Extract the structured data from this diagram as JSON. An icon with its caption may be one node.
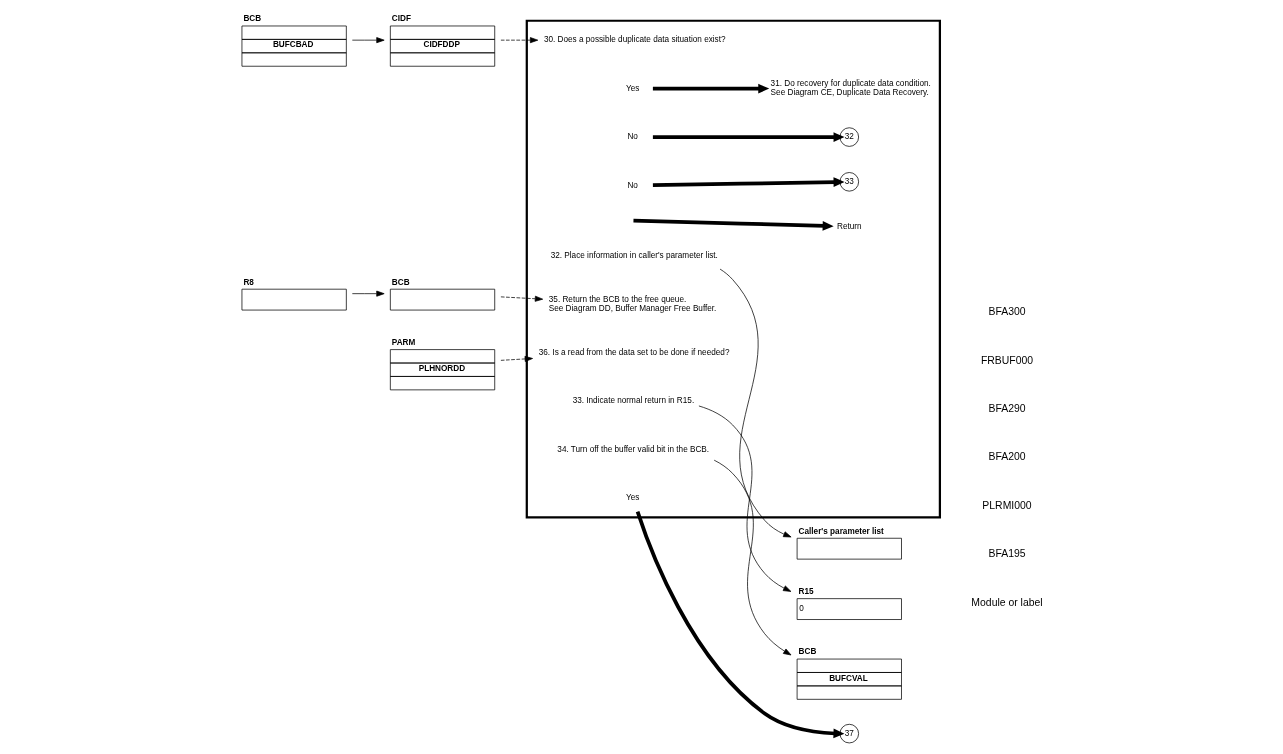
{
  "diagram": {
    "nodes": [
      {
        "text": [
          "BCB",
          "BUFCBAD"
        ]
      },
      {
        "text": [
          "CIDF",
          "CIDFDDP"
        ]
      },
      {
        "text": [
          "R8"
        ]
      },
      {
        "text": [
          "BCB"
        ]
      },
      {
        "text": [
          "PARM",
          "PLHNORDD"
        ]
      },
      {
        "text": [],
        "shape": "box"
      },
      {
        "text": [
          "30. Does a possible duplicate data situation exist?"
        ],
        "in": 5
      },
      {
        "text": [
          "Yes"
        ],
        "in": 5
      },
      {
        "text": [
          "No"
        ],
        "in": 5
      },
      {
        "text": [
          "32"
        ],
        "in": 5
      },
      {
        "text": [
          "31. Do recovery for duplicate data condition.",
          "See Diagram CE, Duplicate Data Recovery."
        ],
        "in": 5
      },
      {
        "text": [
          "32. Place information in caller's parameter list."
        ],
        "in": 5
      },
      {
        "text": [
          "33. Indicate normal return in R15."
        ],
        "in": 5
      },
      {
        "text": [
          "Return"
        ],
        "in": 5
      },
      {
        "text": [
          "34. Turn off the buffer valid bit in the BCB."
        ],
        "in": 5
      },
      {
        "text": [
          "35. Return the BCB to the free queue.",
          "See Diagram DD, Buffer Manager Free Buffer."
        ],
        "in": 5
      },
      {
        "text": [
          "36. Is a read from the data set to be done if needed?"
        ],
        "in": 5
      },
      {
        "text": [
          "Yes"
        ],
        "in": 5
      },
      {
        "text": [
          "No"
        ],
        "in": 5
      },
      {
        "text": [
          "33"
        ],
        "in": 5
      },
      {
        "text": [
          "37"
        ]
      },
      {
        "text": [
          "Caller's parameter list"
        ]
      },
      {
        "text": [
          "R15",
          "0"
        ]
      },
      {
        "text": [
          "BCB",
          "BUFCVAL"
        ]
      }
    ],
    "edges": [
      {
        "from": 0,
        "to": 1,
        "arrow": "to"
      },
      {
        "from": 1,
        "to": 6,
        "arrow": "to",
        "style": "dashed"
      },
      {
        "from": 7,
        "to": 10,
        "arrow": "to",
        "style": "thick"
      },
      {
        "from": 8,
        "to": 9,
        "arrow": "to",
        "style": "thick"
      },
      {
        "from": 11,
        "to": 21,
        "arrow": "to"
      },
      {
        "from": 12,
        "to": 22,
        "arrow": "to"
      },
      {
        "from": null,
        "to": 13,
        "arrow": "to",
        "style": "thick"
      },
      {
        "from": 14,
        "to": 23,
        "arrow": "to"
      },
      {
        "from": 2,
        "to": 3,
        "arrow": "to"
      },
      {
        "from": 3,
        "to": 15,
        "arrow": "to",
        "style": "dashed"
      },
      {
        "from": 4,
        "to": 16,
        "arrow": "to",
        "style": "dashed"
      },
      {
        "from": 18,
        "to": 19,
        "arrow": "to",
        "style": "thick"
      },
      {
        "from": 17,
        "to": 20,
        "arrow": "to",
        "style": "thick"
      }
    ],
    "labels": [
      "Module or label",
      "BFA195",
      "PLRMI000",
      "BFA200",
      "BFA290",
      "FRBUF000",
      "BFA300"
    ]
  }
}
